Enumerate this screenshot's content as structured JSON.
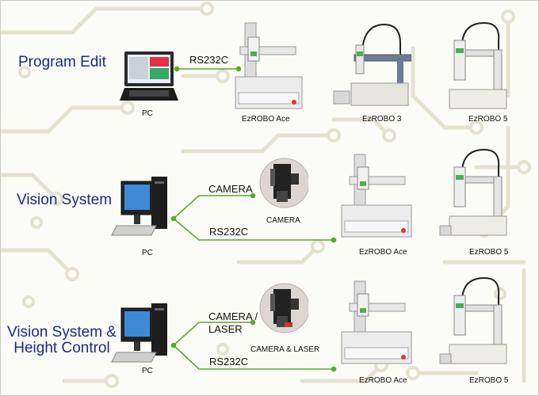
{
  "colors": {
    "title_blue": "#1c2a8c",
    "line_green": "#5aaa2a",
    "circuit": "#e4e2cf",
    "accent_green": "#4caf50"
  },
  "sections": [
    {
      "title": "Program Edit",
      "pc_label": "PC",
      "connections": [
        "RS232C"
      ],
      "robots": [
        "EzROBO Ace",
        "EzROBO 3",
        "EzROBO 5"
      ]
    },
    {
      "title": "Vision System",
      "pc_label": "PC",
      "connections": [
        "CAMERA",
        "RS232C"
      ],
      "camera_label": "CAMERA",
      "robots": [
        "EzROBO Ace",
        "EzROBO 5"
      ]
    },
    {
      "title_line1": "Vision System &",
      "title_line2": "Height Control",
      "pc_label": "PC",
      "connection_line1": "CAMERA /",
      "connection_line2": "LASER",
      "connection2": "RS232C",
      "camera_label": "CAMERA & LASER",
      "robots": [
        "EzROBO Ace",
        "EzROBO 5"
      ]
    }
  ],
  "icons": [
    "laptop-icon",
    "desktop-pc-icon",
    "camera-icon",
    "robot-icon"
  ]
}
